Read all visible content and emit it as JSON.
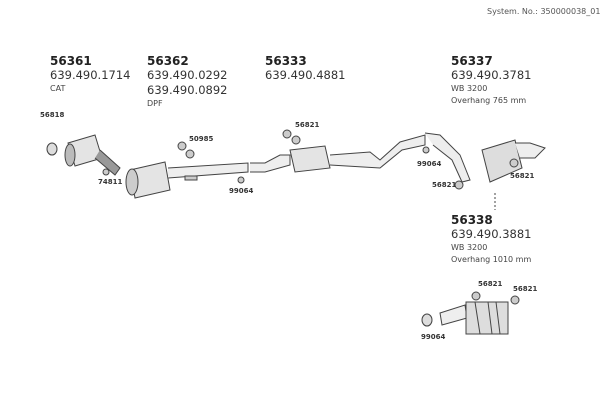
{
  "system_no": "System. No.: 350000038_01",
  "parts": [
    {
      "part": "56361",
      "oe": [
        "639.490.1714"
      ],
      "notes": [
        "CAT"
      ]
    },
    {
      "part": "56362",
      "oe": [
        "639.490.0292",
        "639.490.0892"
      ],
      "notes": [
        "DPF"
      ]
    },
    {
      "part": "56333",
      "oe": [
        "639.490.4881"
      ],
      "notes": []
    },
    {
      "part": "56337",
      "oe": [
        "639.490.3781"
      ],
      "notes": [
        "WB 3200",
        "Overhang 765 mm"
      ]
    },
    {
      "part": "56338",
      "oe": [
        "639.490.3881"
      ],
      "notes": [
        "WB 3200",
        "Overhang 1010 mm"
      ]
    }
  ],
  "callouts": [
    "56818",
    "50985",
    "56821",
    "99064",
    "74811",
    "99064",
    "56821",
    "56821",
    "56821",
    "56821",
    "99064"
  ]
}
